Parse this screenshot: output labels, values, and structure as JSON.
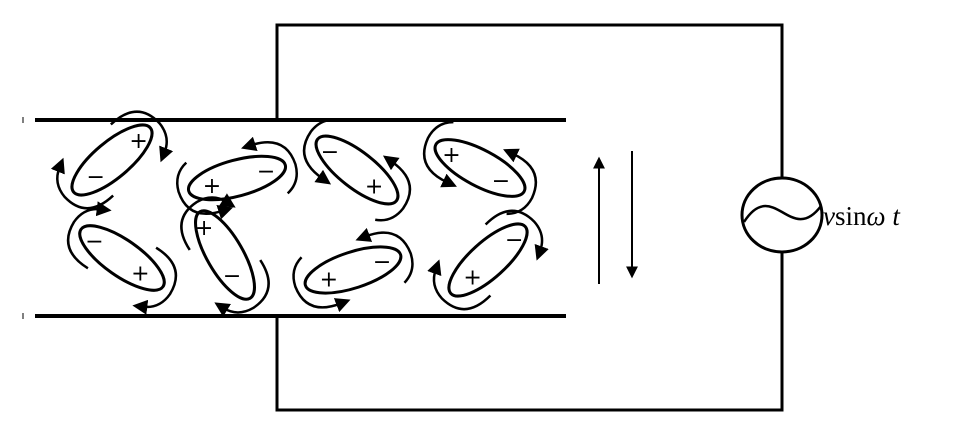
{
  "source_label": {
    "v": "v",
    "sin": "sin",
    "omega_t": "ω t"
  },
  "molecules": [
    {
      "pos": "+",
      "neg": "−"
    },
    {
      "pos": "+",
      "neg": "−"
    },
    {
      "pos": "+",
      "neg": "−"
    },
    {
      "pos": "+",
      "neg": "−"
    },
    {
      "pos": "+",
      "neg": "−"
    },
    {
      "pos": "+",
      "neg": "−"
    },
    {
      "pos": "+",
      "neg": "−"
    },
    {
      "pos": "+",
      "neg": "−"
    }
  ],
  "colors": {
    "stroke": "#000000",
    "background": "#ffffff"
  }
}
